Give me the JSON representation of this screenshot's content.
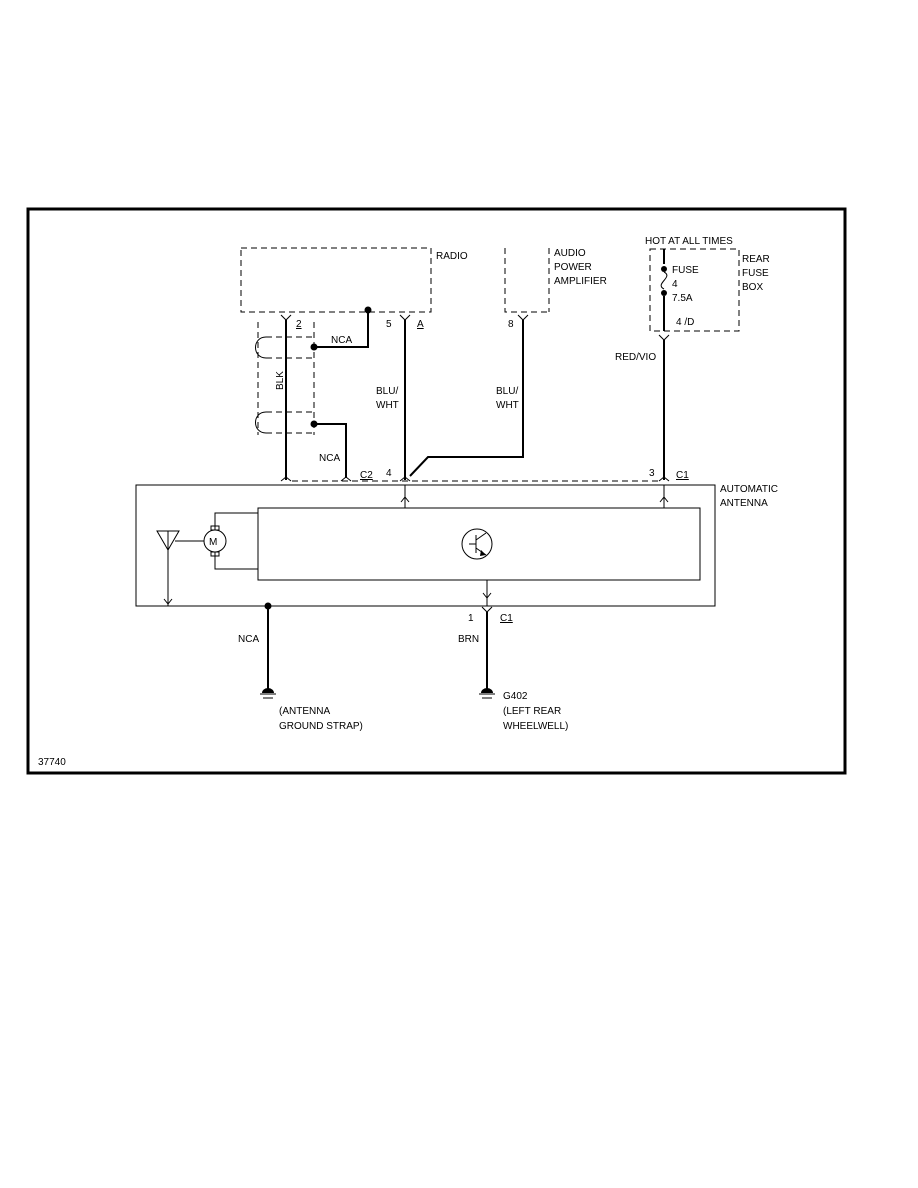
{
  "components": {
    "radio": "RADIO",
    "amplifier": [
      "AUDIO",
      "POWER",
      "AMPLIFIER"
    ],
    "fuse_box": {
      "hot_label": "HOT AT  ALL TIMES",
      "name": [
        "REAR",
        "FUSE",
        "BOX"
      ],
      "fuse": [
        "FUSE",
        "4",
        "7.5A"
      ],
      "terminal": "4 /D"
    },
    "antenna": [
      "AUTOMATIC",
      "ANTENNA"
    ],
    "motor_symbol": "M"
  },
  "pins": {
    "radio_2": "2",
    "radio_5": "5",
    "radio_a": "A",
    "amp_8": "8",
    "antenna_4": "4",
    "antenna_3": "3",
    "antenna_1": "1"
  },
  "connectors": {
    "c2": "C2",
    "c1_top": "C1",
    "c1_bottom": "C1"
  },
  "wires": {
    "blk": "BLK",
    "nca_1": "NCA",
    "nca_2": "NCA",
    "nca_3": "NCA",
    "blu_wht_radio": [
      "BLU/",
      "WHT"
    ],
    "blu_wht_amp": [
      "BLU/",
      "WHT"
    ],
    "red_vio": "RED/VIO",
    "brn": "BRN"
  },
  "grounds": {
    "antenna_strap": [
      "(ANTENNA",
      "GROUND STRAP)"
    ],
    "g402": [
      "G402",
      "(LEFT REAR",
      "WHEELWELL)"
    ]
  },
  "figure_id": "37740"
}
